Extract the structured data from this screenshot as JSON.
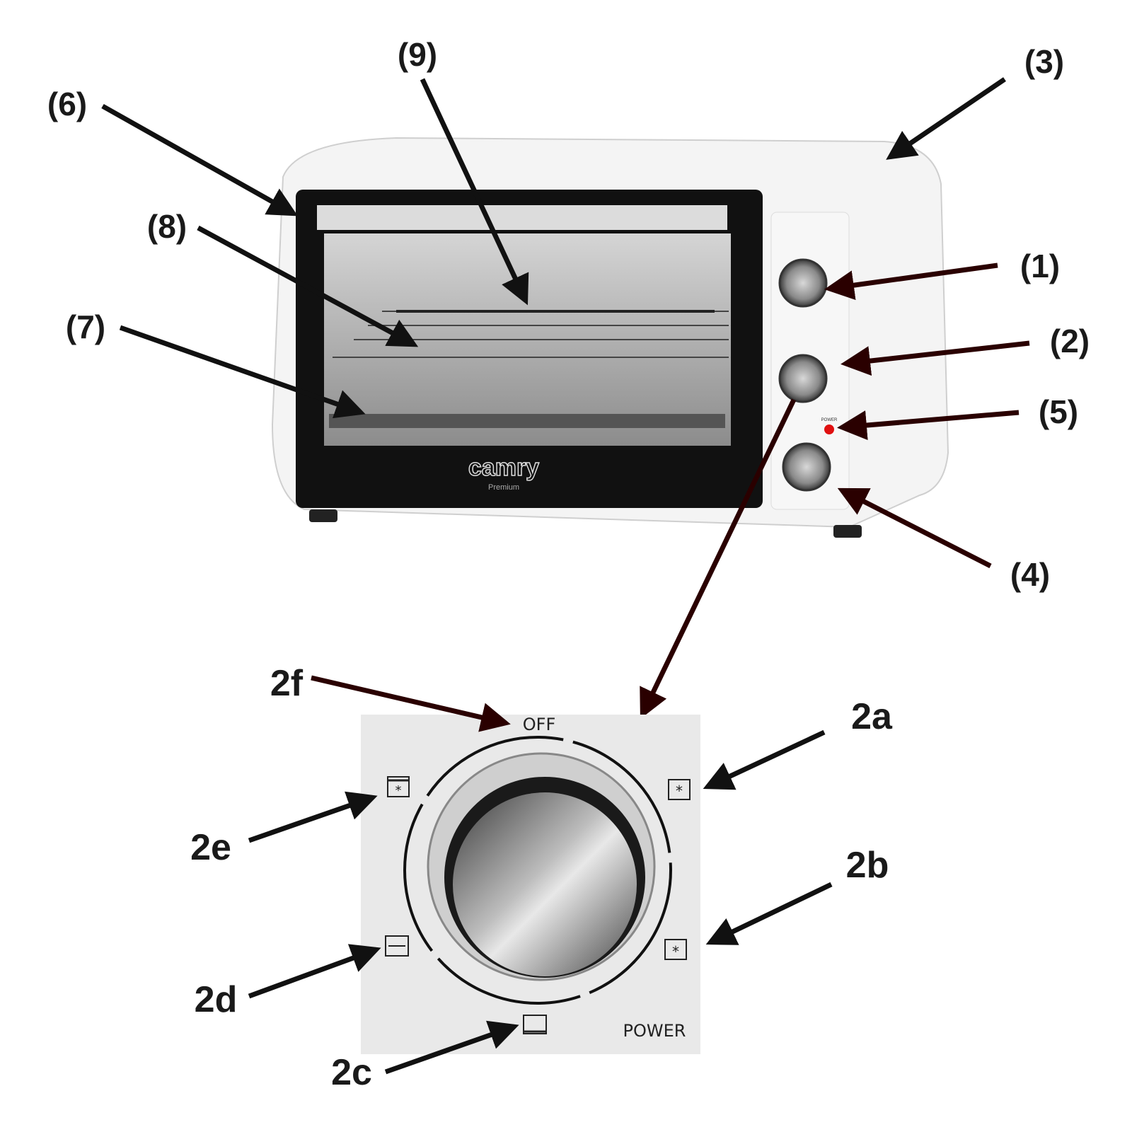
{
  "callouts": {
    "c1": "(1)",
    "c2": "(2)",
    "c3": "(3)",
    "c4": "(4)",
    "c5": "(5)",
    "c6": "(6)",
    "c7": "(7)",
    "c8": "(8)",
    "c9": "(9)"
  },
  "dial_callouts": {
    "a": "2a",
    "b": "2b",
    "c": "2c",
    "d": "2d",
    "e": "2e",
    "f": "2f"
  },
  "dial_panel": {
    "off_label": "OFF",
    "power_label": "POWER"
  },
  "oven": {
    "brand": "camry",
    "brand_sub": "Premium",
    "indicator_label": "POWER",
    "indicator_color": "#e01010"
  }
}
